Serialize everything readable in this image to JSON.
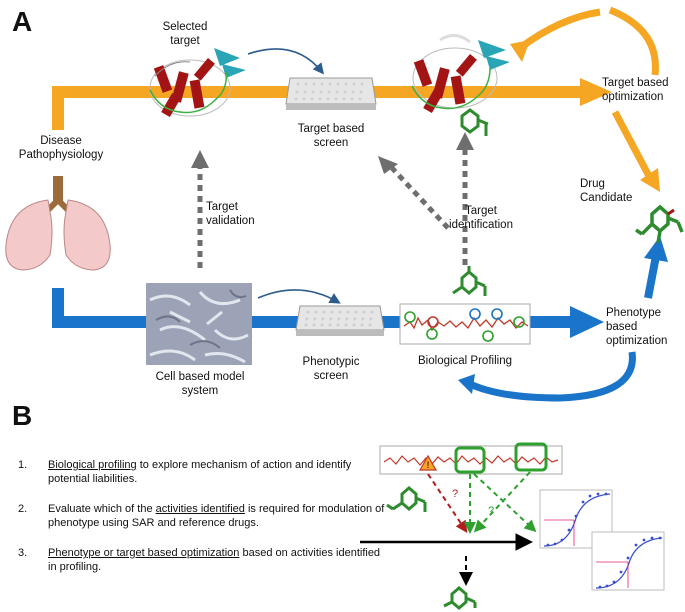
{
  "panel_a": {
    "letter": "A",
    "labels": {
      "selected_target": [
        "Selected",
        "target"
      ],
      "disease": [
        "Disease",
        "Pathophysiology"
      ],
      "target_based_screen": [
        "Target based",
        "screen"
      ],
      "target_validation": [
        "Target",
        "validation"
      ],
      "target_identification": [
        "Target",
        "identification"
      ],
      "target_based_optimization": [
        "Target based",
        "optimization"
      ],
      "drug_candidate": [
        "Drug",
        "Candidate"
      ],
      "cell_based_model": [
        "Cell based model",
        "system"
      ],
      "phenotypic_screen": [
        "Phenotypic",
        "screen"
      ],
      "biological_profiling": "Biological Profiling",
      "phenotype_based_optimization": [
        "Phenotype",
        "based",
        "optimization"
      ]
    },
    "colors": {
      "orange": "#F5A623",
      "blue": "#1A74C9",
      "gray": "#6E6E6E",
      "protein_red": "#A31515",
      "ligand_green": "#2E8B2E"
    }
  },
  "panel_b": {
    "letter": "B",
    "steps": [
      {
        "num": "1.",
        "underlined": "Biological profiling",
        "rest": " to explore mechanism of action and identify potential liabilities."
      },
      {
        "num": "2.",
        "pre": "Evaluate which of the ",
        "underlined": "activities identified",
        "rest": " is required for modulation of phenotype using SAR and reference drugs."
      },
      {
        "num": "3.",
        "underlined": "Phenotype or target based optimization",
        "rest": " based on activities identified in profiling."
      }
    ],
    "markers": {
      "question": "?",
      "warning": "!"
    }
  }
}
